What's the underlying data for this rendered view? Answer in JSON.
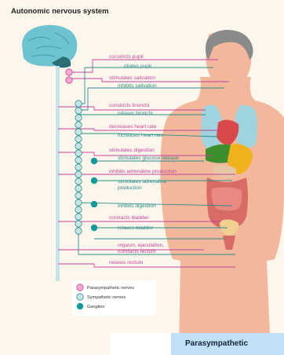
{
  "title": "Autonomic nervous system",
  "labels": {
    "constricts_pupil": "constricts pupil",
    "dilates_pupil": "dilates pupil",
    "stimulates_salivation": "stimulates salivation",
    "inhibits_salivation": "inhibits salivation",
    "constricts_bronchi": "constricts bronchi",
    "relaxes_bronchi": "relaxes bronchi",
    "decreases_heart_rate": "decreases heart rate",
    "increases_heart_rate": "increases heart rate",
    "stimulates_digestion": "stimulates digestion",
    "stimulates_glucose_release": "stimulates glucose release",
    "inhibits_adrenaline_production": "inhibits adrenaline production",
    "stimulates_adrenaline_line1": "stimulates adrenaline",
    "stimulates_adrenaline_line2": "production",
    "inhibits_digestion": "inhibits digestion",
    "contracts_bladder": "contracts bladder",
    "relaxes_bladder": "relaxes bladder",
    "orgasm_line1": "orgasm, ejaculation,",
    "orgasm_line2": "contracts rectum",
    "relaxes_rectum": "relaxes rectum"
  },
  "legend": {
    "parasympathetic": "Parasympathetic nerves",
    "sympathetic": "Sympathetic nerves",
    "ganglion": "Ganglion"
  },
  "bottom_panel_title": "Parasympathetic",
  "colors": {
    "parasympathetic": "#c2459b",
    "sympathetic": "#2a8f8a",
    "ganglion": "#159a98",
    "background": "#fdf6ec",
    "skin": "#f3b79c"
  }
}
